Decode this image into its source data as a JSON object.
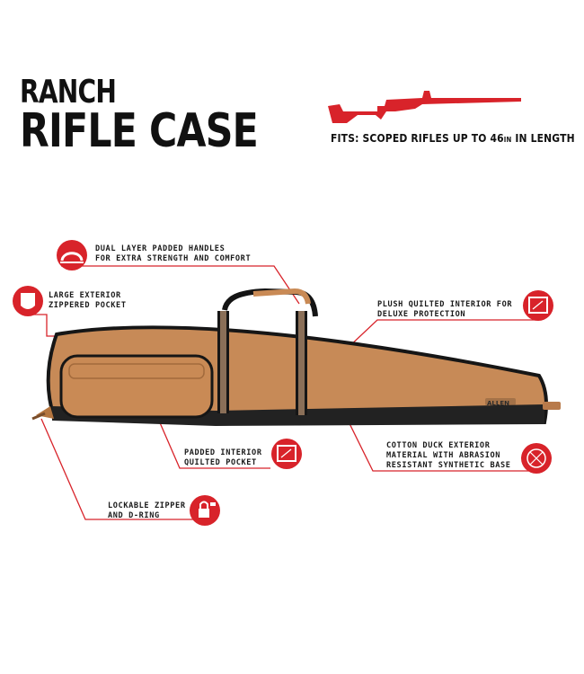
{
  "title": {
    "line1": "RANCH",
    "line2": "RIFLE CASE"
  },
  "fits": {
    "prefix": "FITS: SCOPED RIFLES UP TO 46",
    "unit": "IN",
    "suffix": " IN LENGTH"
  },
  "brand": "ALLEN",
  "accent_color": "#d8232a",
  "case_color": "#c78a57",
  "trim_color": "#1b1b1b",
  "callouts": {
    "handles": {
      "line1": "DUAL LAYER PADDED HANDLES",
      "line2": "FOR EXTRA STRENGTH AND COMFORT",
      "icon": "handle-icon"
    },
    "exterior_pocket": {
      "line1": "LARGE EXTERIOR",
      "line2": "ZIPPERED POCKET",
      "icon": "pocket-icon"
    },
    "interior": {
      "line1": "PLUSH QUILTED INTERIOR FOR",
      "line2": "DELUXE PROTECTION",
      "icon": "quilted-interior-icon"
    },
    "padded_pocket": {
      "line1": "PADDED INTERIOR",
      "line2": "QUILTED POCKET",
      "icon": "quilted-pocket-icon"
    },
    "material": {
      "line1": "COTTON DUCK EXTERIOR",
      "line2": "MATERIAL WITH ABRASION",
      "line3": "RESISTANT SYNTHETIC BASE",
      "icon": "fabric-icon"
    },
    "zipper": {
      "line1": "LOCKABLE ZIPPER",
      "line2": "AND D-RING",
      "icon": "lock-zipper-icon"
    }
  }
}
